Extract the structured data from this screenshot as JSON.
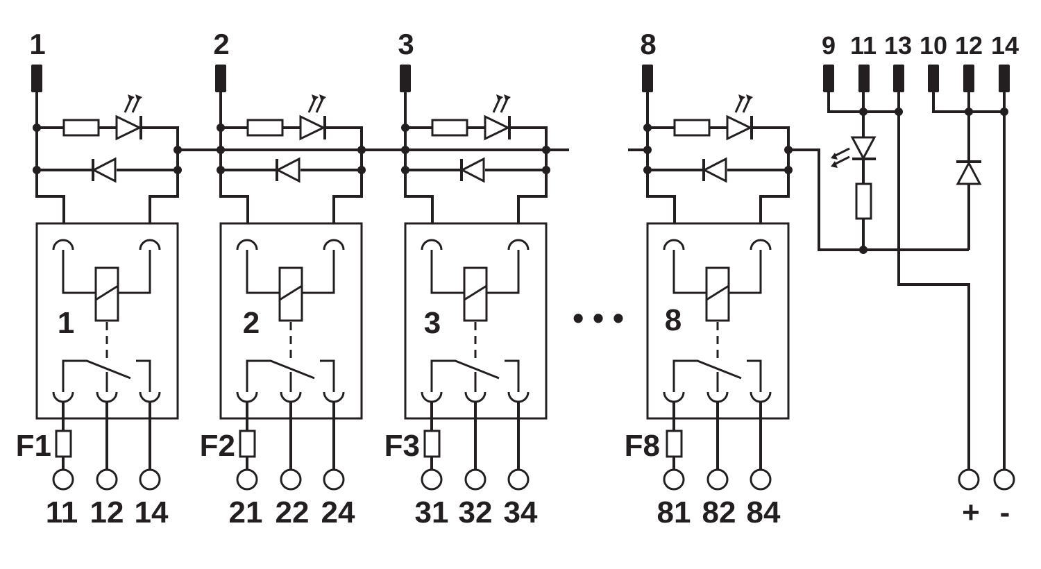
{
  "channels": [
    {
      "header": "1",
      "coil": "1",
      "fuse": "F1",
      "terminals": [
        "11",
        "12",
        "14"
      ]
    },
    {
      "header": "2",
      "coil": "2",
      "fuse": "F2",
      "terminals": [
        "21",
        "22",
        "24"
      ]
    },
    {
      "header": "3",
      "coil": "3",
      "fuse": "F3",
      "terminals": [
        "31",
        "32",
        "34"
      ]
    },
    {
      "header": "8",
      "coil": "8",
      "fuse": "F8",
      "terminals": [
        "81",
        "82",
        "84"
      ]
    }
  ],
  "power_pins": [
    "9",
    "11",
    "13",
    "10",
    "12",
    "14"
  ],
  "supply_terminals": [
    "+",
    "-"
  ],
  "ellipsis": "• • •",
  "colors": {
    "line": "#231f20",
    "background": "#ffffff"
  }
}
